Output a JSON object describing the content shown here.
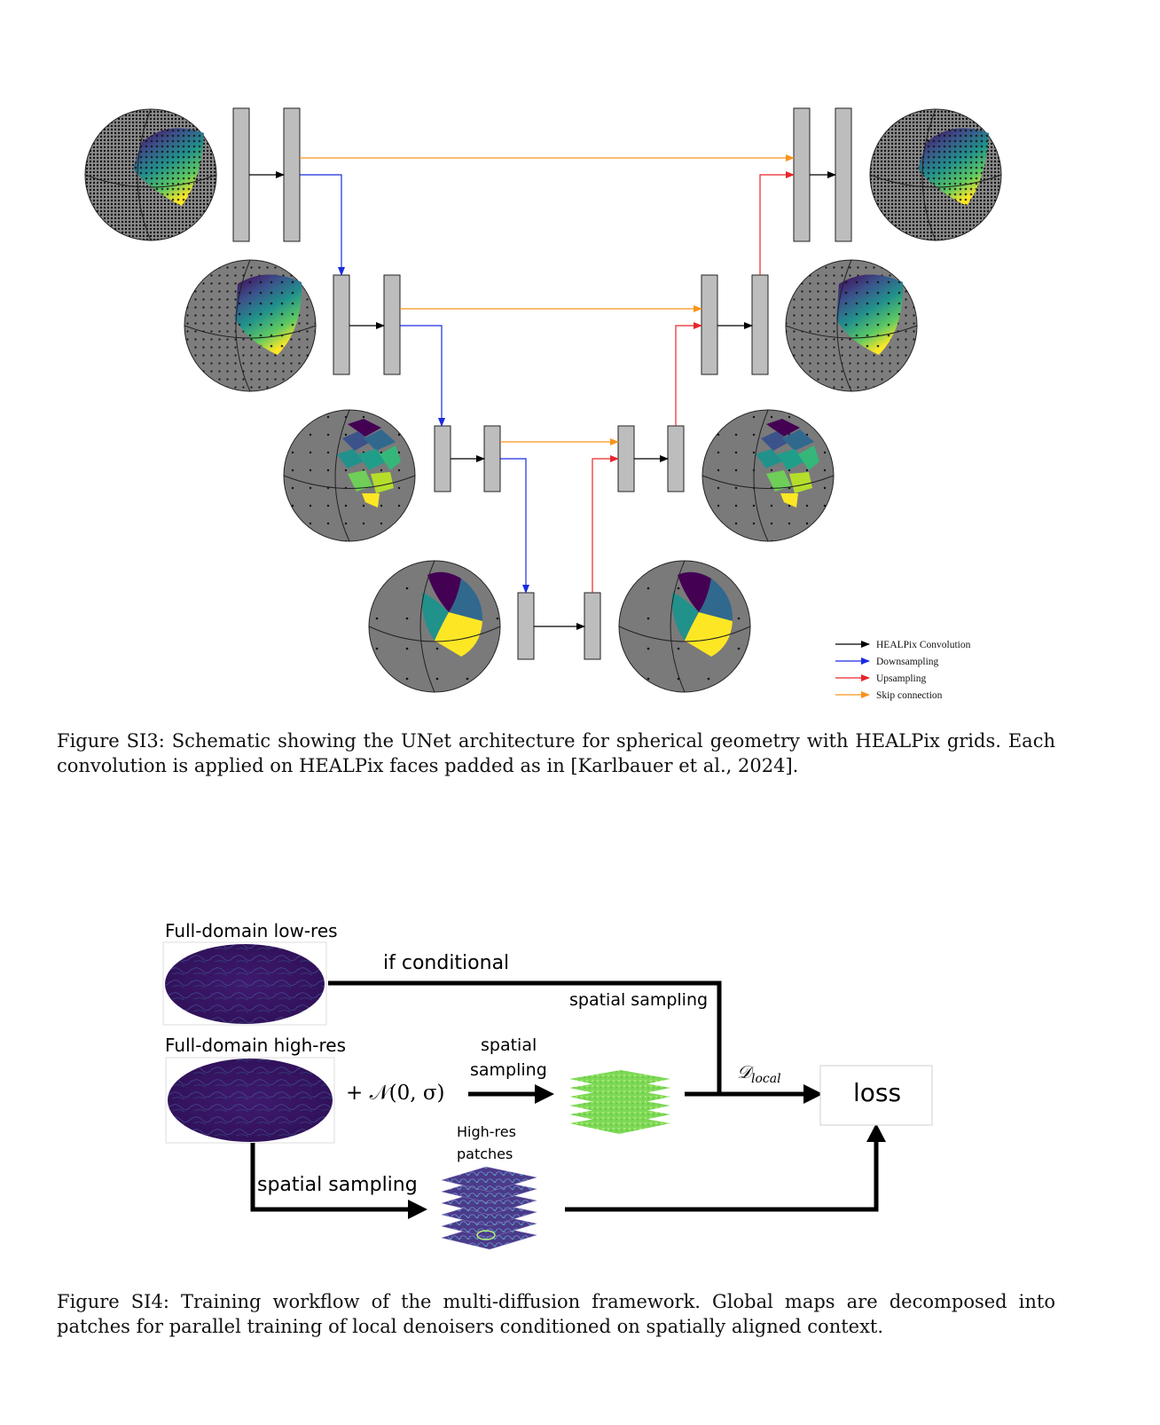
{
  "figure_si3": {
    "caption": "Figure SI3: Schematic showing the UNet architecture for spherical geometry with HEALPix grids. Each convolution is applied on HEALPix faces padded as in [Karlbauer et al., 2024].",
    "legend": [
      {
        "label": "HEALPix Convolution",
        "color": "#000000"
      },
      {
        "label": "Downsampling",
        "color": "#1a2be0"
      },
      {
        "label": "Upsampling",
        "color": "#e8262a"
      },
      {
        "label": "Skip connection",
        "color": "#f7941d"
      }
    ]
  },
  "figure_si4": {
    "label_full_lowres": "Full-domain low-res",
    "label_full_highres": "Full-domain high-res",
    "label_if_conditional": "if conditional",
    "label_spatial_sampling_top": "spatial sampling",
    "label_noise": "+ 𝒩(0, σ)",
    "label_spatial_sampling_mid_1": "spatial",
    "label_spatial_sampling_mid_2": "sampling",
    "label_highres_patches_1": "High-res",
    "label_highres_patches_2": "patches",
    "label_spatial_sampling_bottom": "spatial sampling",
    "label_d_local": "𝒟",
    "label_d_local_sub": "local",
    "label_loss": "loss",
    "caption": "Figure SI4: Training workflow of the multi-diffusion framework. Global maps are decomposed into patches for parallel training of local denoisers conditioned on spatially aligned context."
  },
  "colors": {
    "convolution": "#000000",
    "downsampling": "#1a2be0",
    "upsampling": "#e8262a",
    "skip": "#f7941d",
    "block_fill": "#bdbdbd",
    "sphere_fill": "#7a7a7a",
    "viridis_dark": "#440154",
    "viridis_mid": "#21918c",
    "viridis_bright": "#fde725"
  }
}
